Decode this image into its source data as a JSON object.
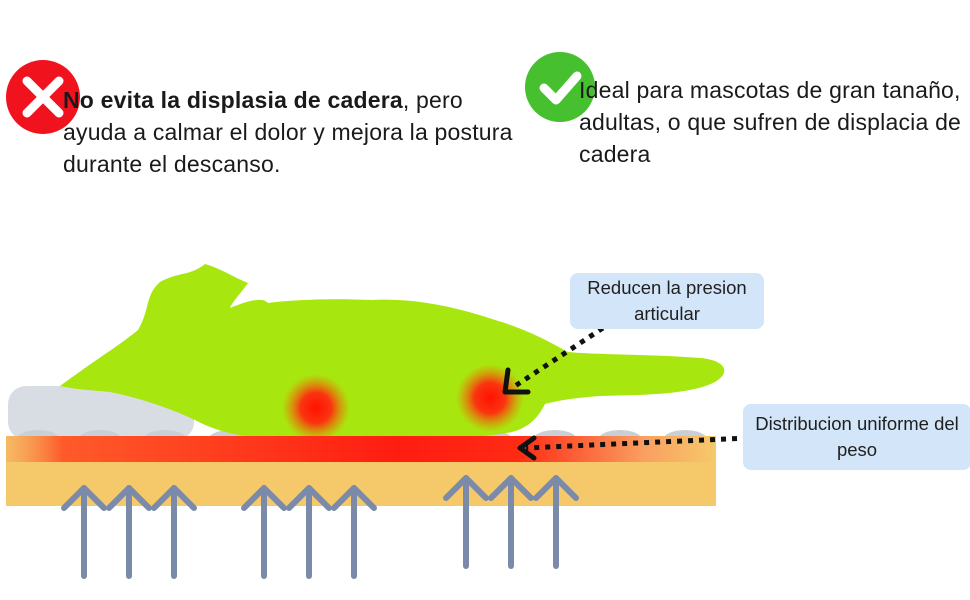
{
  "left_note": {
    "icon": "cross-icon",
    "icon_color": "#f0131e",
    "bold_text": "No evita la displasia de cadera",
    "rest_text": ", pero ayuda a calmar el dolor y mejora la postura durante el descanso."
  },
  "right_note": {
    "icon": "check-icon",
    "icon_color": "#46c02f",
    "text": "Ideal para mascotas de gran tanaño, adultas, o que sufren de displacia de cadera"
  },
  "callouts": {
    "pressure": "Reducen la presion articular",
    "weight": "Distribucion uniforme del peso"
  },
  "colors": {
    "dog": "#a8e60f",
    "pressure_point": "#ff1a00",
    "mattress": "#f5c96a",
    "pillow": "#d7dde3",
    "arrow": "#7a8aa8",
    "callout_bg": "#d3e5f8"
  }
}
